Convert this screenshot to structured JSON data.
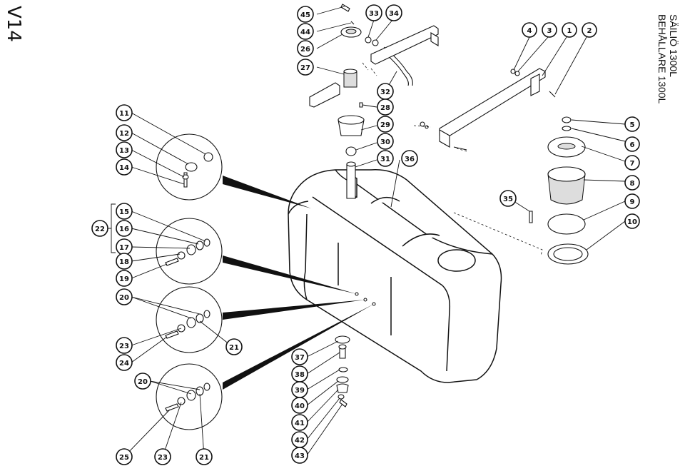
{
  "sheet_id": "V14",
  "title": {
    "line1": "SÄILIÖ 1300L",
    "line2": "BEHÅLLARE 1300L"
  },
  "callouts": [
    {
      "id": "c45",
      "text": "45"
    },
    {
      "id": "c44",
      "text": "44"
    },
    {
      "id": "c26",
      "text": "26"
    },
    {
      "id": "c27",
      "text": "27"
    },
    {
      "id": "c33",
      "text": "33"
    },
    {
      "id": "c34",
      "text": "34"
    },
    {
      "id": "c32",
      "text": "32"
    },
    {
      "id": "c28",
      "text": "28"
    },
    {
      "id": "c29",
      "text": "29"
    },
    {
      "id": "c30",
      "text": "30"
    },
    {
      "id": "c31",
      "text": "31"
    },
    {
      "id": "c36",
      "text": "36"
    },
    {
      "id": "c4",
      "text": "4"
    },
    {
      "id": "c3",
      "text": "3"
    },
    {
      "id": "c1",
      "text": "1"
    },
    {
      "id": "c2",
      "text": "2"
    },
    {
      "id": "c5",
      "text": "5"
    },
    {
      "id": "c6",
      "text": "6"
    },
    {
      "id": "c7",
      "text": "7"
    },
    {
      "id": "c8",
      "text": "8"
    },
    {
      "id": "c9",
      "text": "9"
    },
    {
      "id": "c10",
      "text": "10"
    },
    {
      "id": "c35",
      "text": "35"
    },
    {
      "id": "c11",
      "text": "11"
    },
    {
      "id": "c12",
      "text": "12"
    },
    {
      "id": "c13",
      "text": "13"
    },
    {
      "id": "c14",
      "text": "14"
    },
    {
      "id": "c15",
      "text": "15"
    },
    {
      "id": "c16",
      "text": "16"
    },
    {
      "id": "c22",
      "text": "22"
    },
    {
      "id": "c17",
      "text": "17"
    },
    {
      "id": "c18",
      "text": "18"
    },
    {
      "id": "c19",
      "text": "19"
    },
    {
      "id": "c20a",
      "text": "20"
    },
    {
      "id": "c23a",
      "text": "23"
    },
    {
      "id": "c21a",
      "text": "21"
    },
    {
      "id": "c24",
      "text": "24"
    },
    {
      "id": "c20b",
      "text": "20"
    },
    {
      "id": "c25",
      "text": "25"
    },
    {
      "id": "c23b",
      "text": "23"
    },
    {
      "id": "c21b",
      "text": "21"
    },
    {
      "id": "c37",
      "text": "37"
    },
    {
      "id": "c38",
      "text": "38"
    },
    {
      "id": "c39",
      "text": "39"
    },
    {
      "id": "c40",
      "text": "40"
    },
    {
      "id": "c41",
      "text": "41"
    },
    {
      "id": "c42",
      "text": "42"
    },
    {
      "id": "c43",
      "text": "43"
    }
  ]
}
